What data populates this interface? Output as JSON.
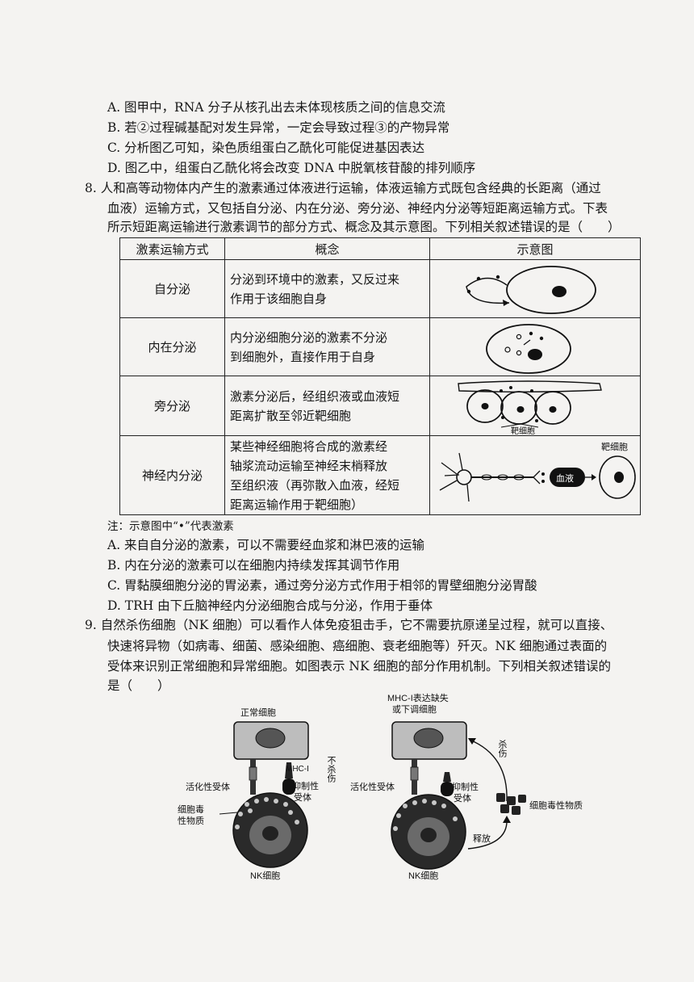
{
  "prev_options": [
    "A. 图甲中，RNA 分子从核孔出去未体现核质之间的信息交流",
    "B. 若②过程碱基配对发生异常，一定会导致过程③的产物异常",
    "C. 分析图乙可知，染色质组蛋白乙酰化可能促进基因表达",
    "D. 图乙中，组蛋白乙酰化将会改变 DNA 中脱氧核苷酸的排列顺序"
  ],
  "q8": {
    "lines": [
      "8.  人和高等动物体内产生的激素通过体液进行运输，体液运输方式既包含经典的长距离（通过",
      "血液）运输方式，又包括自分泌、内在分泌、旁分泌、神经内分泌等短距离运输方式。下表",
      "所示短距离运输进行激素调节的部分方式、概念及其示意图。下列相关叙述错误的是（　　）"
    ],
    "table": {
      "headers": [
        "激素运输方式",
        "概念",
        "示意图"
      ],
      "rows": [
        {
          "method": "自分泌",
          "concept": [
            "分泌到环境中的激素，又反过来",
            "作用于该细胞自身"
          ]
        },
        {
          "method": "内在分泌",
          "concept": [
            "内分泌细胞分泌的激素不分泌",
            "到细胞外，直接作用于自身"
          ]
        },
        {
          "method": "旁分泌",
          "concept": [
            "激素分泌后，经组织液或血液短",
            "距离扩散至邻近靶细胞"
          ]
        },
        {
          "method": "神经内分泌",
          "concept": [
            "某些神经细胞将合成的激素经",
            "轴浆流动运输至神经末梢释放",
            "至组织液（再弥散入血液，经短",
            "距离运输作用于靶细胞）"
          ]
        }
      ],
      "diagram_labels": {
        "target_cell": "靶细胞",
        "blood": "血液"
      }
    },
    "note": "注：示意图中“•”代表激素",
    "options": [
      "A. 来自自分泌的激素，可以不需要经血浆和淋巴液的运输",
      "B. 内在分泌的激素可以在细胞内持续发挥其调节作用",
      "C. 胃黏膜细胞分泌的胃泌素，通过旁分泌方式作用于相邻的胃壁细胞分泌胃酸",
      "D. TRH 由下丘脑神经内分泌细胞合成与分泌，作用于垂体"
    ]
  },
  "q9": {
    "lines": [
      "9.  自然杀伤细胞（NK 细胞）可以看作人体免疫狙击手，它不需要抗原递呈过程，就可以直接、",
      "快速将异物（如病毒、细菌、感染细胞、癌细胞、衰老细胞等）歼灭。NK 细胞通过表面的",
      "受体来识别正常细胞和异常细胞。如图表示 NK 细胞的部分作用机制。下列相关叙述错误的",
      "是（　　）"
    ],
    "figure": {
      "left": {
        "top_cell": "正常细胞",
        "mhc": "MHC-I",
        "activating": "活化性受体",
        "inhibitory_1": "抑制性",
        "inhibitory_2": "受体",
        "no_kill": "不杀伤",
        "toxic_1": "细胞毒",
        "toxic_2": "性物质",
        "nk": "NK细胞"
      },
      "right": {
        "top_cell_1": "MHC-I表达缺失",
        "top_cell_2": "或下调细胞",
        "activating": "活化性受体",
        "inhibitory_1": "抑制性",
        "inhibitory_2": "受体",
        "kill": "杀伤",
        "toxic": "细胞毒性物质",
        "release": "释放",
        "nk": "NK细胞"
      }
    }
  }
}
